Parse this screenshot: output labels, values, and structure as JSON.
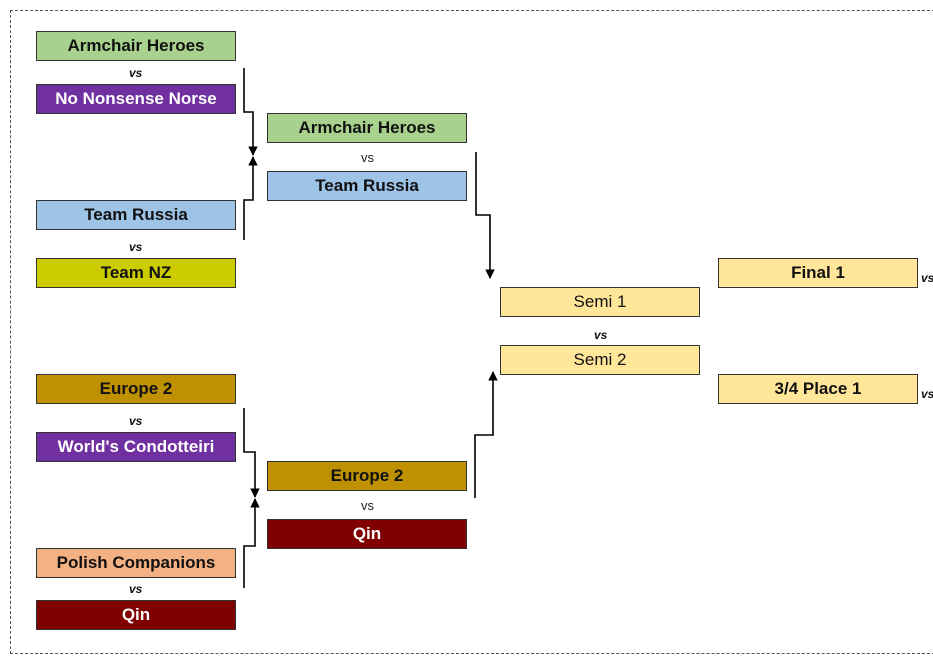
{
  "colors": {
    "green": "#a9d18e",
    "purple": "#7030a0",
    "blue": "#9dc3e6",
    "olive": "#cccc00",
    "gold": "#bf9000",
    "salmon": "#f4b183",
    "maroon": "#800000",
    "pale_yellow": "#ffe699"
  },
  "round1": {
    "match1": {
      "team1": "Armchair Heroes",
      "vs": "vs",
      "team2": "No Nonsense Norse"
    },
    "match2": {
      "team1": "Team Russia",
      "vs": "vs",
      "team2": "Team NZ"
    },
    "match3": {
      "team1": "Europe 2",
      "vs": "vs",
      "team2": "World's Condotteiri"
    },
    "match4": {
      "team1": "Polish Companions",
      "vs": "vs",
      "team2": "Qin"
    }
  },
  "round2": {
    "match1": {
      "team1": "Armchair Heroes",
      "vs": "vs",
      "team2": "Team Russia"
    },
    "match2": {
      "team1": "Europe 2",
      "vs": "vs",
      "team2": "Qin"
    }
  },
  "semis": {
    "team1": "Semi 1",
    "vs": "vs",
    "team2": "Semi 2"
  },
  "finals": {
    "final": "Final 1",
    "final_vs": "vs",
    "third_place": "3/4 Place 1",
    "third_vs": "vs"
  }
}
